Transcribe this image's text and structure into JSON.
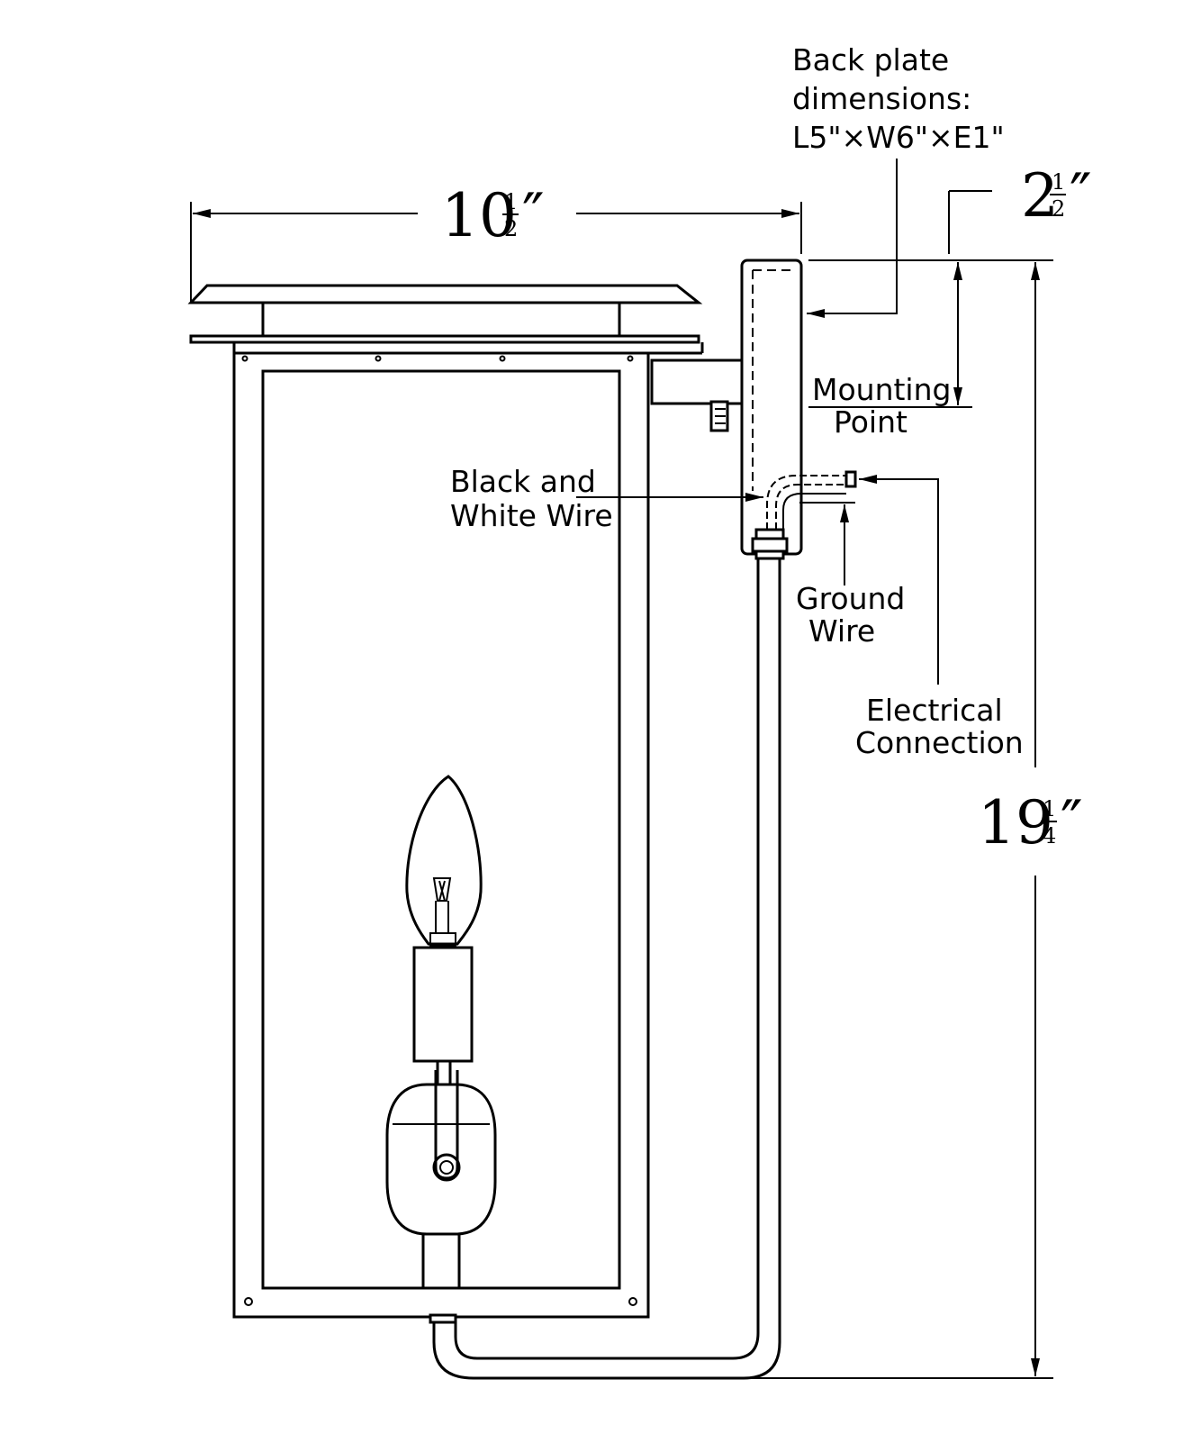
{
  "labels": {
    "back_plate_line1": "Back plate",
    "back_plate_line2": "dimensions:",
    "back_plate_line3": "L5\"×W6\"×E1\"",
    "mounting_point_line1": "Mounting",
    "mounting_point_line2": "Point",
    "black_white_wire_line1": "Black and",
    "black_white_wire_line2": "White Wire",
    "ground_wire_line1": "Ground",
    "ground_wire_line2": "Wire",
    "electrical_line1": "Electrical",
    "electrical_line2": "Connection"
  },
  "dimensions": {
    "width": {
      "whole": "10",
      "num": "1",
      "den": "2",
      "prime": "″"
    },
    "mount_offset": {
      "whole": "2",
      "num": "1",
      "den": "2",
      "prime": "″"
    },
    "height": {
      "whole": "19",
      "num": "1",
      "den": "4",
      "prime": "″"
    }
  }
}
